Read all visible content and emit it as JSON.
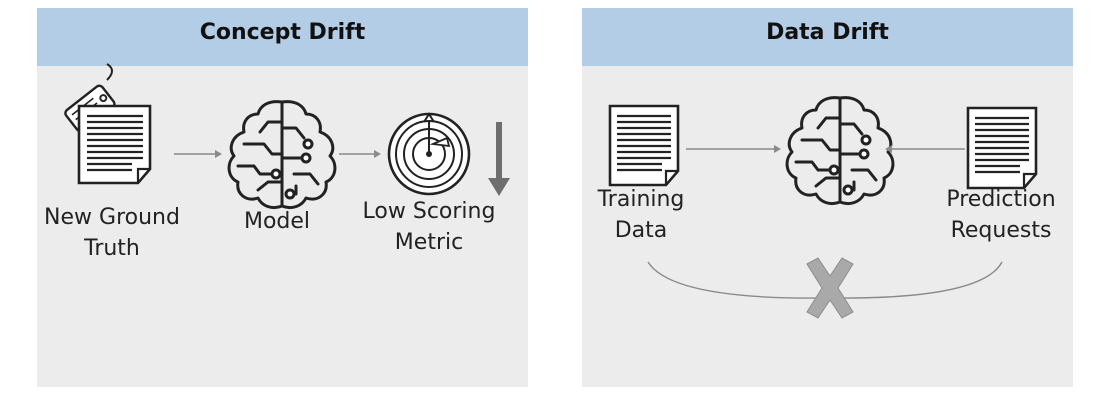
{
  "concept_drift": {
    "title": "Concept Drift",
    "ground_truth_label_line1": "New Ground",
    "ground_truth_label_line2": "Truth",
    "model_label": "Model",
    "metric_label_line1": "Low Scoring",
    "metric_label_line2": "Metric"
  },
  "data_drift": {
    "title": "Data Drift",
    "training_label_line1": "Training",
    "training_label_line2": "Data",
    "prediction_label_line1": "Prediction",
    "prediction_label_line2": "Requests"
  },
  "icons": {
    "ground_truth": "tagged-document-icon",
    "model": "brain-icon",
    "metric": "target-icon",
    "decrease": "down-arrow-icon",
    "training": "document-icon",
    "prediction": "document-icon",
    "mismatch": "x-mark-icon"
  },
  "colors": {
    "header": "#b3cde6",
    "panel": "#ececec",
    "ink": "#222222",
    "arrow": "#8a8a8a",
    "x_mark": "#a9a9a9"
  }
}
